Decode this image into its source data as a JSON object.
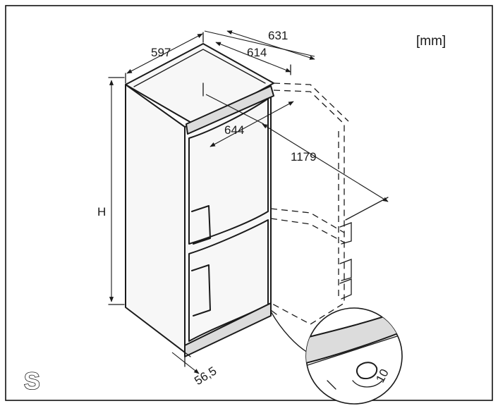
{
  "units_label": "[mm]",
  "section_label": "S",
  "dimensions": {
    "width": "597",
    "depth_inner": "614",
    "depth_outer": "631",
    "door_open_depth": "644",
    "total_open_depth": "1179",
    "height": "H",
    "foot_offset": "56,5"
  },
  "detail_label": "10"
}
